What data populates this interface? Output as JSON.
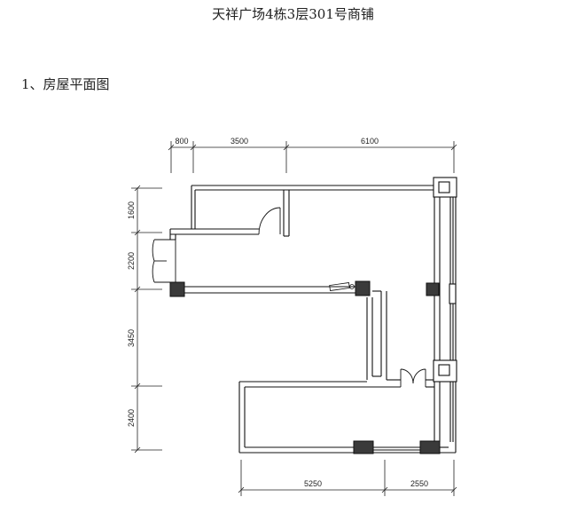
{
  "title": "天祥广场4栋3层301号商铺",
  "section_heading": "1、房屋平面图",
  "dimensions": {
    "top": [
      "800",
      "3500",
      "6100"
    ],
    "left": [
      "1600",
      "2200",
      "3450",
      "2400"
    ],
    "bottom": [
      "5250",
      "2550"
    ]
  }
}
